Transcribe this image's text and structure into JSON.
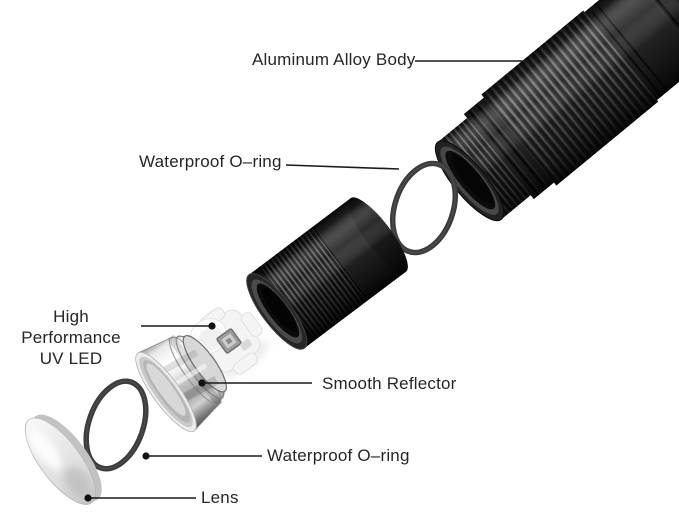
{
  "diagram": {
    "type": "exploded-view",
    "subject": "UV flashlight parts diagram",
    "background_color": "#ffffff",
    "text_color": "#262626",
    "leader_line_color": "#1a1a1a",
    "labels": {
      "aluminum_body": "Aluminum Alloy Body",
      "oring_top": "Waterproof O–ring",
      "uv_led_line1": "High Performance",
      "uv_led_line2": "UV LED",
      "reflector": "Smooth Reflector",
      "oring_bottom": "Waterproof O–ring",
      "lens": "Lens"
    },
    "colors": {
      "body_black": "#2d2d2d",
      "o_ring": "#3c3c3c",
      "reflector_metal": "#e8e8e8",
      "lens_glass": "#e3e3e3",
      "led_module": "#f4f4f4"
    }
  }
}
